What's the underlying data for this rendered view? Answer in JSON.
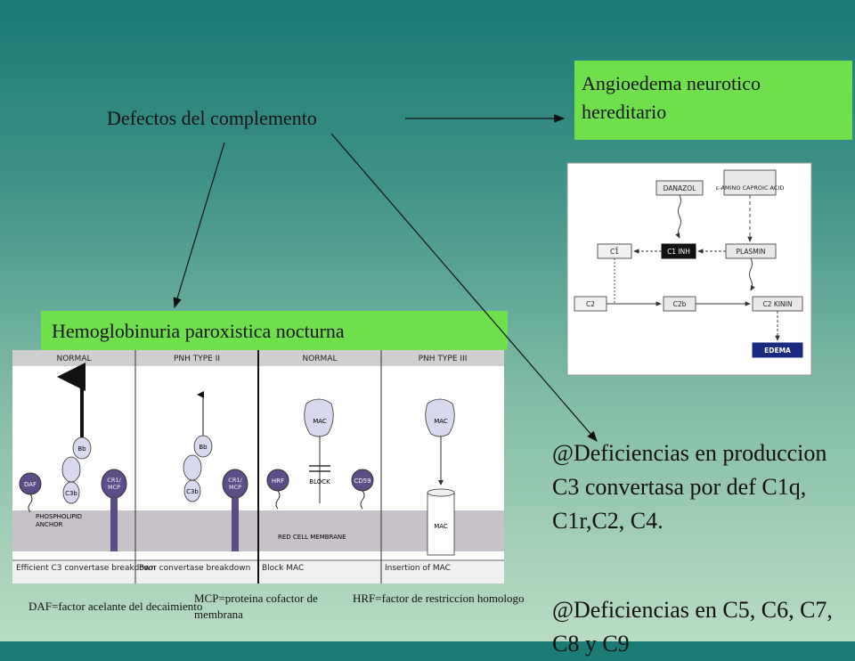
{
  "slide": {
    "title": "Defectos del complemento",
    "angioedema_box": "Angioedema neurotico hereditario",
    "hemoglobinuria_box": "Hemoglobinuria paroxistica nocturna",
    "deficiencias_1": "@Deficiencias en produccion C3 convertasa por def C1q, C1r,C2, C4.",
    "deficiencias_2": "@Deficiencias en C5, C6, C7, C8 y C9",
    "footnote_daf": "DAF=factor acelante del decaimiento",
    "footnote_mcp": "MCP=proteina cofactor de membrana",
    "footnote_hrf": "HRF=factor de restriccion homologo"
  },
  "angio_diagram": {
    "danazol": "DANAZOL",
    "aminocaproic": "ε-AMINO CAPROIC ACID",
    "c1": "C1̄",
    "c1inh": "C1 INH",
    "plasmin": "PLASMIN",
    "c2": "C2",
    "c2b": "C2b",
    "c2kinin": "C2 KININ",
    "edema": "EDEMA"
  },
  "pnh_diagram": {
    "headers": [
      "NORMAL",
      "PNH TYPE II",
      "NORMAL",
      "PNH TYPE III"
    ],
    "captions": [
      "Efficient C3 convertase breakdown",
      "Poor convertase breakdown",
      "Block MAC",
      "Insertion of MAC"
    ],
    "bb": "Bb",
    "c3b": "C3b",
    "daf": "DAF",
    "cr1": "CR1/",
    "mcp": "MCP",
    "anchor1": "PHOSPHOLIPID",
    "anchor2": "ANCHOR",
    "mac": "MAC",
    "hrf": "HRF",
    "block": "BLOCK",
    "cd59": "CD59",
    "membrane": "RED CELL MEMBRANE"
  }
}
